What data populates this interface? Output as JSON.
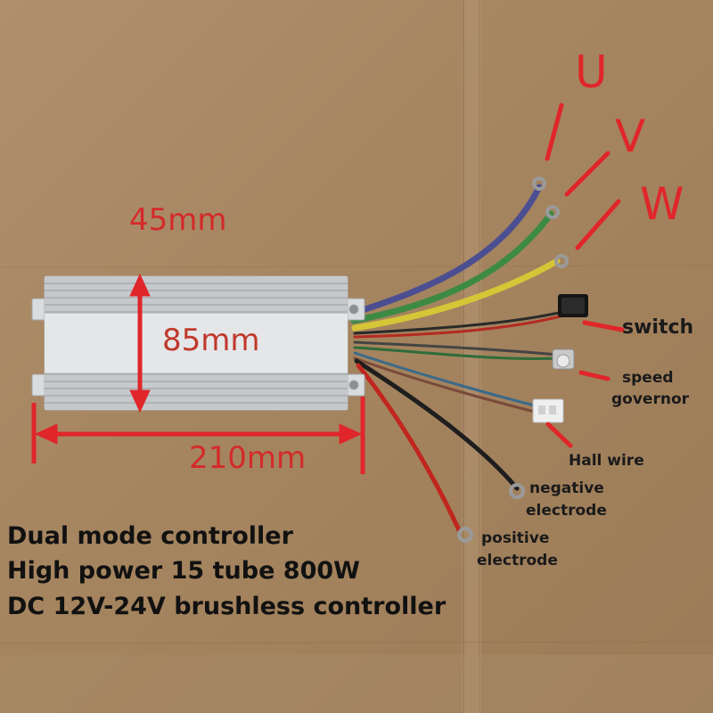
{
  "dimensions": {
    "depth": "45mm",
    "height": "85mm",
    "length": "210mm"
  },
  "phase_labels": [
    "U",
    "V",
    "W"
  ],
  "callouts": {
    "switch": "switch",
    "speed_governor_line1": "speed",
    "speed_governor_line2": "governor",
    "hall_wire": "Hall wire",
    "negative_line1": "negative",
    "negative_line2": "electrode",
    "positive_line1": "positive",
    "positive_line2": "electrode"
  },
  "specs": [
    "Dual mode controller",
    "High power 15 tube 800W",
    "DC 12V-24V brushless controller"
  ],
  "colors": {
    "annotation_red": "#e0262a",
    "cardboard": "#a5855f",
    "wire_blue": "#4b4f92",
    "wire_green": "#3d8a45",
    "wire_yellow": "#d6c536",
    "wire_red": "#c0261f",
    "wire_black": "#1e1e1e"
  }
}
